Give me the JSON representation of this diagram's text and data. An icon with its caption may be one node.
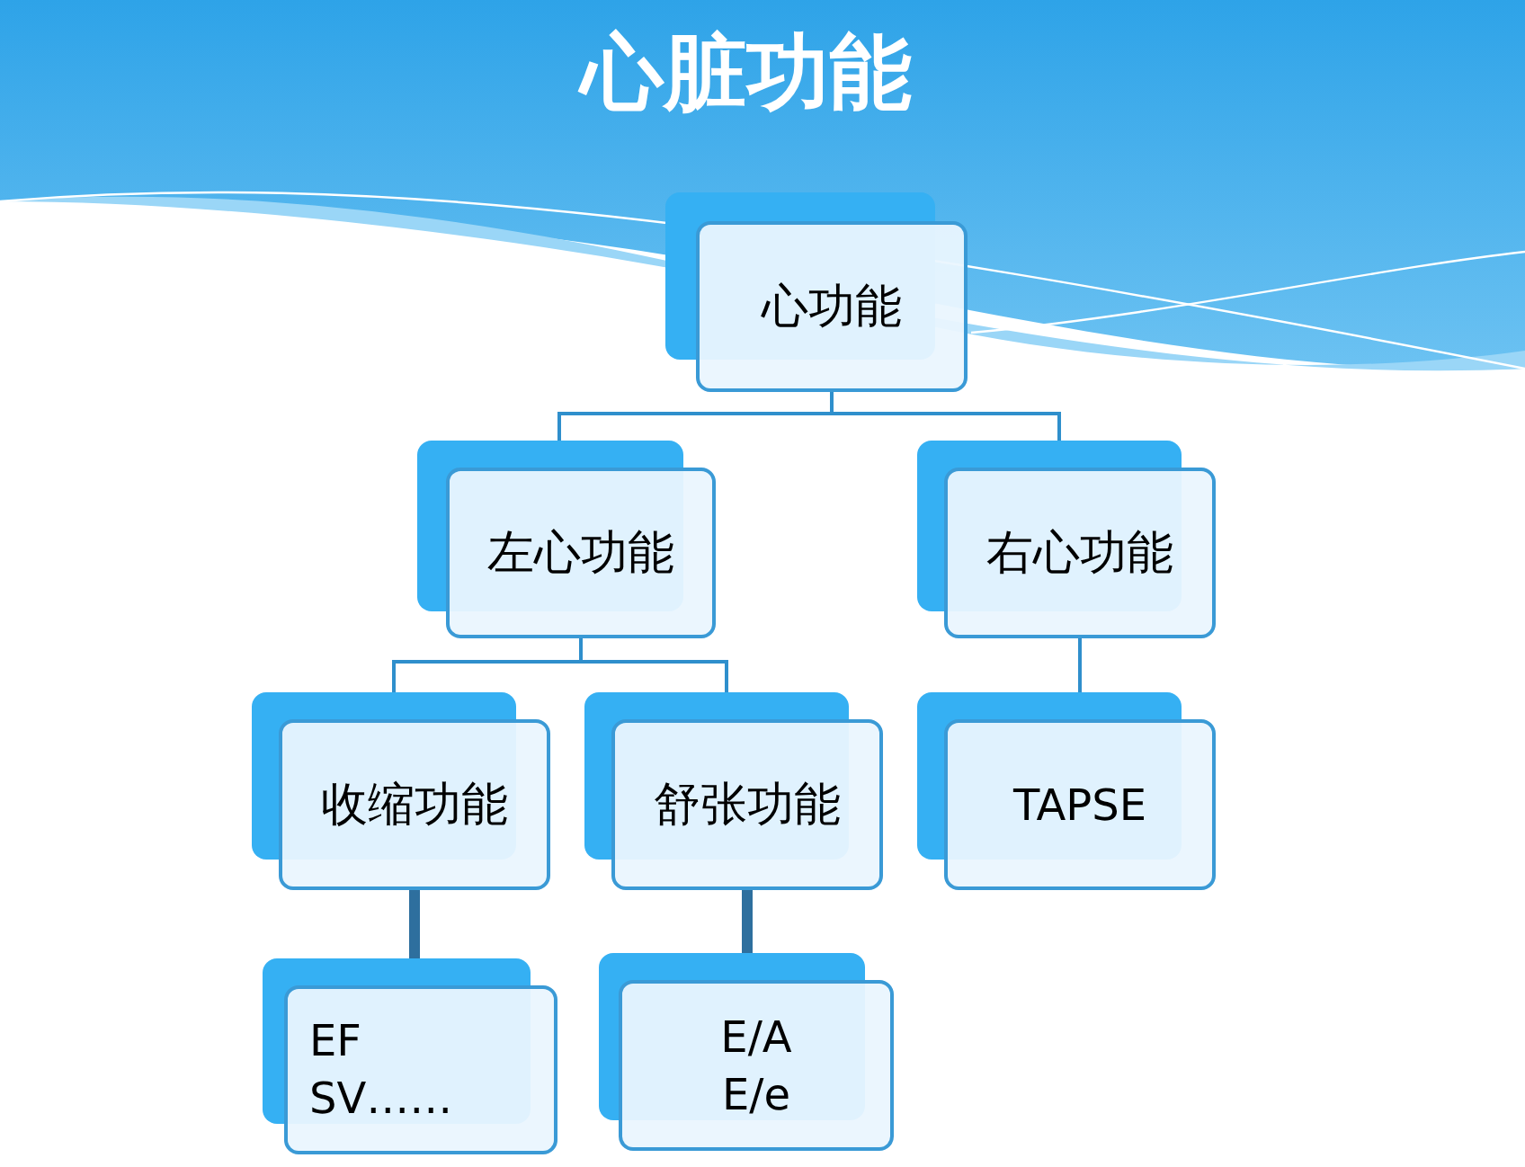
{
  "diagram": {
    "title": "心脏功能",
    "nodes": [
      {
        "text": [
          "心功能"
        ]
      },
      {
        "text": [
          "左心功能"
        ]
      },
      {
        "text": [
          "右心功能"
        ]
      },
      {
        "text": [
          "收缩功能"
        ]
      },
      {
        "text": [
          "舒张功能"
        ]
      },
      {
        "text": [
          "TAPSE"
        ]
      },
      {
        "text": [
          "EF",
          "SV……"
        ]
      },
      {
        "text": [
          "E/A",
          "E/e"
        ]
      }
    ],
    "edges": [
      {
        "from": 0,
        "to": 1,
        "arrow": "none"
      },
      {
        "from": 0,
        "to": 2,
        "arrow": "none"
      },
      {
        "from": 1,
        "to": 3,
        "arrow": "none"
      },
      {
        "from": 1,
        "to": 4,
        "arrow": "none"
      },
      {
        "from": 2,
        "to": 5,
        "arrow": "none"
      },
      {
        "from": 3,
        "to": 6,
        "arrow": "none",
        "style": "thick",
        "color": "#2e6f9e"
      },
      {
        "from": 4,
        "to": 7,
        "arrow": "none",
        "style": "thick",
        "color": "#2e6f9e"
      }
    ]
  }
}
